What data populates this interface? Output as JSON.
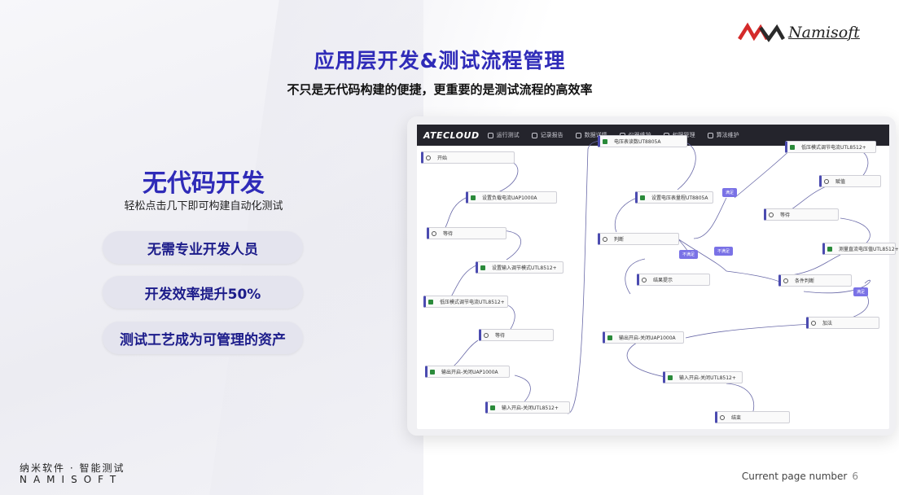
{
  "header": {
    "title": "应用层开发&测试流程管理",
    "subtitle": "不只是无代码构建的便捷，更重要的是测试流程的高效率",
    "logo_text": "Namisoft"
  },
  "left": {
    "title": "无代码开发",
    "subtitle": "轻松点击几下即可构建自动化测试",
    "pills": [
      "无需专业开发人员",
      "开发效率提升50%",
      "测试工艺成为可管理的资产"
    ]
  },
  "footer": {
    "company_cn": "纳米软件 · 智能测试",
    "company_en": "NAMISOFT",
    "page_label": "Current page number",
    "page_number": "6"
  },
  "app": {
    "brand": "ATECLOUD",
    "nav": [
      "运行测试",
      "记录报告",
      "数据详情",
      "仪器维护",
      "权限管理",
      "算法维护"
    ],
    "nodes": [
      "开始",
      "设置负载电流UAP1000A",
      "等待",
      "设置输入调节模式UTL8512+",
      "低压模式调节电流UTL8512+",
      "等待",
      "输出开启-关闭UAP1000A",
      "输入开启-关闭UTL8512+",
      "电压表读数UT8805A",
      "设置电压表量程UT8805A",
      "判断",
      "结果提示",
      "输出开启-关闭UAP1000A",
      "输入开启-关闭UTL8512+",
      "结束",
      "低压模式调节电流UTL8512+",
      "赋值",
      "等待",
      "测量直流电压值UTL8512+",
      "条件判断",
      "加法"
    ],
    "conditions": [
      "满足",
      "不满足",
      "不满足",
      "满足"
    ],
    "colors": {
      "accent": "#2f2bb8",
      "node_border": "#4b4bb0",
      "condition": "#7a72e6",
      "nav_bg": "#24242c"
    }
  }
}
